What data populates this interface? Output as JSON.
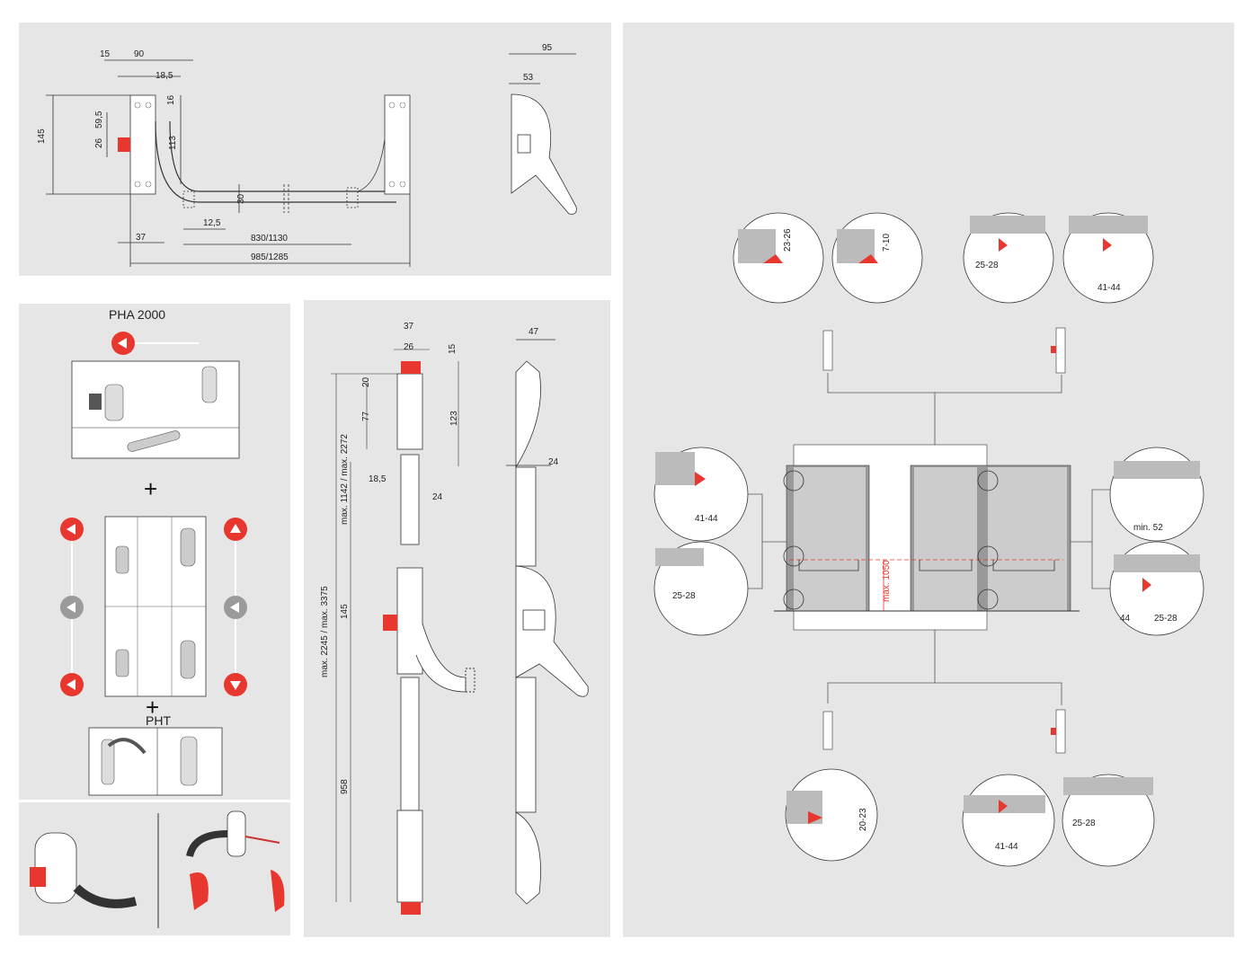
{
  "colors": {
    "panel": "#e6e6e6",
    "accent_red": "#e8372f",
    "arrow_gray": "#9a9a9a",
    "line": "#333333"
  },
  "top_left": {
    "dims": {
      "d15": "15",
      "d90": "90",
      "d18_5": "18,5",
      "d16": "16",
      "d59_5": "59,5",
      "d145": "145",
      "d26": "26",
      "d113": "113",
      "d30": "30",
      "d12_5": "12,5",
      "d37": "37",
      "d830": "830/1130",
      "d985": "985/1285"
    }
  },
  "side_profile": {
    "d95": "95",
    "d53": "53"
  },
  "pha": {
    "title": "PHA 2000",
    "pht_title": "PHT",
    "plus": "+",
    "arrows": [
      "arrow-left",
      "arrow-up",
      "arrow-right",
      "arrow-down"
    ]
  },
  "vertical": {
    "d37": "37",
    "d26": "26",
    "d15": "15",
    "d20": "20",
    "d77": "77",
    "d123": "123",
    "d18_5": "18,5",
    "d24": "24",
    "max_short": "max. 1142 / max. 2272",
    "max_long": "max. 2245 / max. 3375",
    "d145": "145",
    "d958": "958",
    "side_d47": "47",
    "side_d24": "24"
  },
  "install": {
    "d23_26": "23-26",
    "d7_10": "7-10",
    "d25_28": "25-28",
    "d41_44": "41-44",
    "max_height": "max. 1050",
    "min52": "min. 52",
    "d44": "44",
    "d20_23": "20-23"
  }
}
